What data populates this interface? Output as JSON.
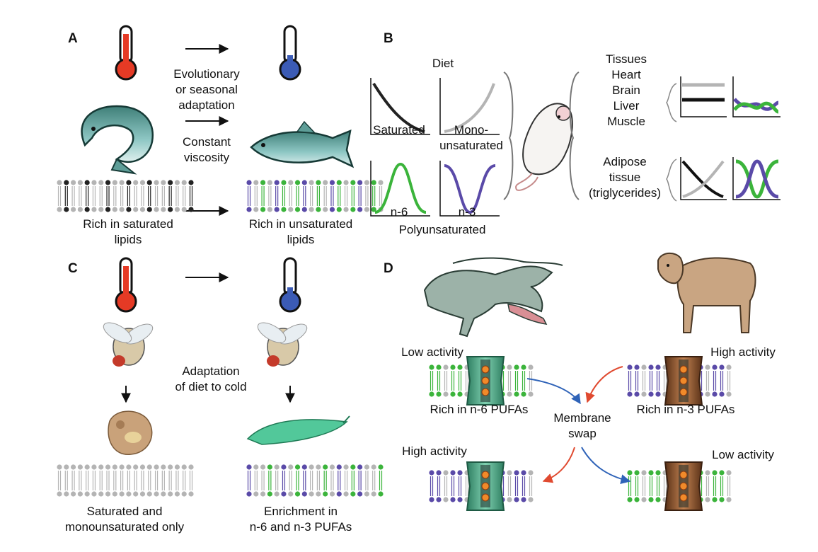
{
  "panels": {
    "a": {
      "label": "A",
      "adaptation_lines": [
        "Evolutionary",
        "or seasonal",
        "adaptation"
      ],
      "viscosity_lines": [
        "Constant",
        "viscosity"
      ],
      "left_caption_lines": [
        "Rich in saturated",
        "lipids"
      ],
      "right_caption_lines": [
        "Rich in unsaturated",
        "lipids"
      ]
    },
    "b": {
      "label": "B",
      "diet_label": "Diet",
      "saturated_label": "Saturated",
      "mono_label_lines": [
        "Mono-",
        "unsaturated"
      ],
      "n6_label": "n-6",
      "n3_label": "n-3",
      "poly_label": "Polyunsaturated",
      "tissues_lines": [
        "Tissues",
        "Heart",
        "Brain",
        "Liver",
        "Muscle"
      ],
      "adipose_lines": [
        "Adipose",
        "tissue",
        "(triglycerides)"
      ]
    },
    "c": {
      "label": "C",
      "diet_lines": [
        "Adaptation",
        "of diet to cold"
      ],
      "left_caption_lines": [
        "Saturated and",
        "monounsaturated only"
      ],
      "right_caption_lines": [
        "Enrichment in",
        "n-6 and n-3 PUFAs"
      ]
    },
    "d": {
      "label": "D",
      "top_left_activity": "Low activity",
      "top_right_activity": "High activity",
      "left_membrane": "Rich in n-6 PUFAs",
      "right_membrane": "Rich in n-3 PUFAs",
      "swap_lines": [
        "Membrane",
        "swap"
      ],
      "bottom_left_activity": "High activity",
      "bottom_right_activity": "Low activity"
    }
  },
  "colors": {
    "hot": "#e53a25",
    "cold": "#3b5bb5",
    "saturated_lipid": "#222222",
    "mono_lipid": "#b4b4b4",
    "n6_lipid": "#3bb43b",
    "n3_lipid": "#5a4aa8",
    "arrow_blue": "#2f63b8",
    "arrow_red": "#e04a30",
    "channel_green": "#3f9a78",
    "channel_brown": "#7a4a2a"
  }
}
